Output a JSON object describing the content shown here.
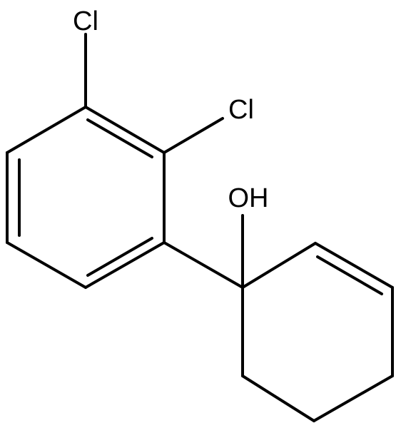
{
  "structure": {
    "atoms": [
      {
        "id": "cl1",
        "label": "Cl"
      },
      {
        "id": "cl2",
        "label": "Cl"
      },
      {
        "id": "oh",
        "label": "OH"
      }
    ]
  }
}
